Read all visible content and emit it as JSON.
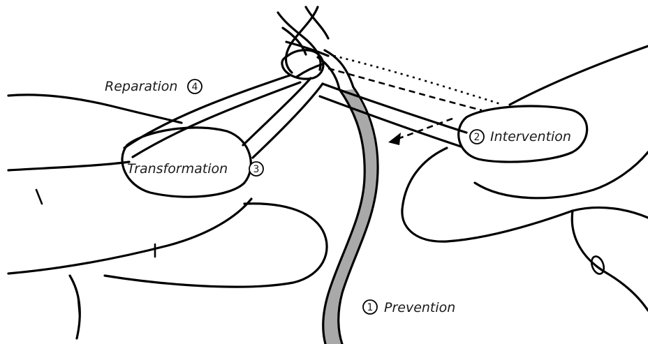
{
  "labels": {
    "prevention": {
      "number": "1",
      "text": "Prevention"
    },
    "intervention": {
      "number": "2",
      "text": "Intervention"
    },
    "transformation": {
      "text": "Transformation",
      "number": "3"
    },
    "reparation": {
      "text": "Reparation",
      "number": "4"
    }
  },
  "colors": {
    "ink": "#000000",
    "prevention_strand": "#a9a9a9",
    "background": "#ffffff"
  }
}
